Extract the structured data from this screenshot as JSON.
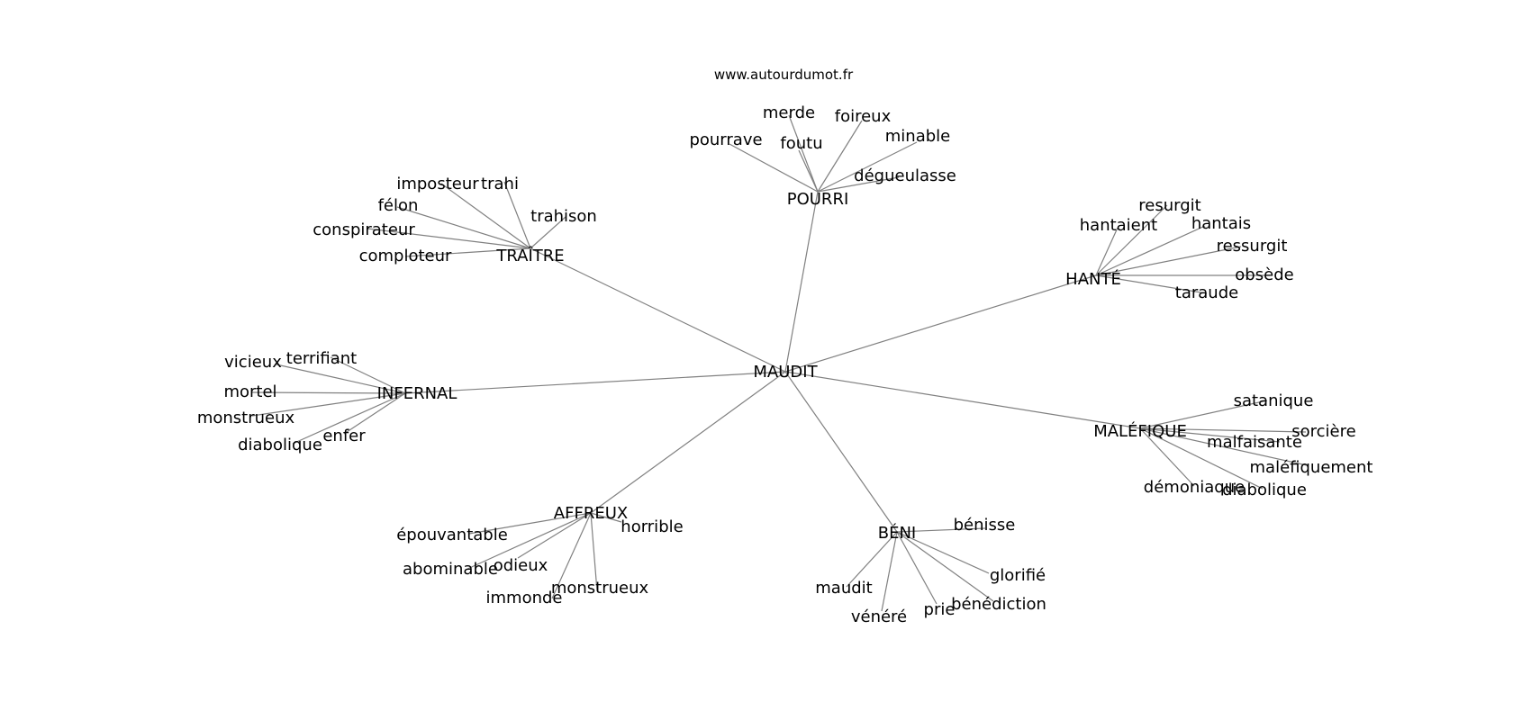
{
  "source": "www.autourdumot.fr",
  "center": "MAUDIT",
  "colors": {
    "edge": "#808080",
    "text": "#000000",
    "background": "#ffffff"
  },
  "clusters": [
    {
      "label": "POURRI",
      "words": [
        "pourrave",
        "merde",
        "foutu",
        "foireux",
        "minable",
        "dégueulasse"
      ]
    },
    {
      "label": "TRAÎTRE",
      "words": [
        "imposteur",
        "trahi",
        "félon",
        "trahison",
        "conspirateur",
        "comploteur"
      ]
    },
    {
      "label": "HANTÉ",
      "words": [
        "hantaient",
        "resurgit",
        "hantais",
        "ressurgit",
        "obsède",
        "taraude"
      ]
    },
    {
      "label": "INFERNAL",
      "words": [
        "vicieux",
        "terrifiant",
        "mortel",
        "monstrueux",
        "diabolique",
        "enfer"
      ]
    },
    {
      "label": "MALÉFIQUE",
      "words": [
        "satanique",
        "sorcière",
        "malfaisante",
        "maléfiquement",
        "démoniaque",
        "diabolique"
      ]
    },
    {
      "label": "AFFREUX",
      "words": [
        "épouvantable",
        "horrible",
        "abominable",
        "odieux",
        "immonde",
        "monstrueux"
      ]
    },
    {
      "label": "BÉNI",
      "words": [
        "bénisse",
        "glorifié",
        "maudit",
        "vénéré",
        "prie",
        "bénédiction"
      ]
    }
  ]
}
